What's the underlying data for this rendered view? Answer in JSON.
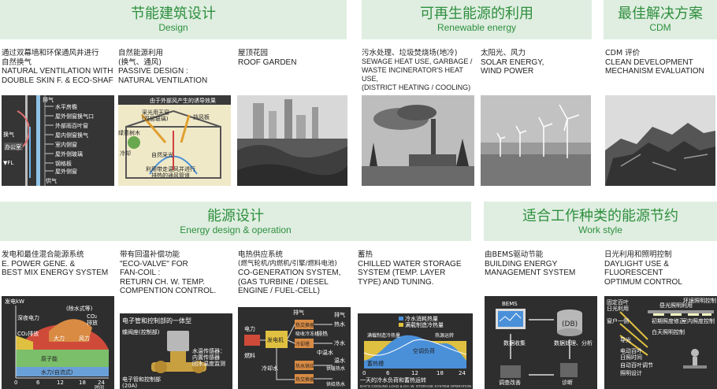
{
  "sections": {
    "design": {
      "cn": "节能建筑设计",
      "en": "Design"
    },
    "renewable": {
      "cn": "可再生能源的利用",
      "en": "Renewable energy"
    },
    "cdm": {
      "cn": "最佳解决方案",
      "en": "CDM"
    },
    "energy": {
      "cn": "能源设计",
      "en": "Energy design & operation"
    },
    "work": {
      "cn": "适合工作种类的能源节约",
      "en": "Work style"
    }
  },
  "items": {
    "natural_vent": {
      "cn1": "通过双幕墙和环保通风井进行",
      "cn2": "自然换气",
      "en1": "NATURAL VENTILATION WITH",
      "en2": "DOUBLE SKIN F. & ECO-SHAF"
    },
    "passive": {
      "cn1": "自然能源利用",
      "cn2": "(换气、通风)",
      "en1": "PASSIVE DESIGN :",
      "en2": "NATURAL VENTILATION"
    },
    "roof": {
      "cn1": "屋顶花园",
      "en1": "ROOF GARDEN"
    },
    "sewage": {
      "cn1": "污水处理、垃圾焚烧场(地冷)",
      "en1": "SEWAGE HEAT USE, GARBAGE /",
      "en2": "WASTE INCINERATOR'S HEAT USE,",
      "en3": "(DISTRICT HEATING / COOLING)"
    },
    "solar": {
      "cn1": "太阳光、风力",
      "en1": "SOLAR ENERGY,",
      "en2": "WIND POWER"
    },
    "cdm_eval": {
      "cn1": "CDM 评价",
      "en1": "CLEAN DEVELOPMENT",
      "en2": "MECHANISM EVALUATION"
    },
    "power": {
      "cn1": "发电和最佳混合能源系统",
      "en1": "E. POWER GENE. &",
      "en2": "BEST MIX ENERGY SYSTEM"
    },
    "eco_valve": {
      "cn1": "带有回温补偿功能",
      "en1": "\"ECO-VALVE\" FOR",
      "en2": "FAN-COIL :",
      "en3": "RETURN CH. W. TEMP.",
      "en4": "COMPENTION CONTROL."
    },
    "cogen": {
      "cn1": "电热供应系统",
      "cn2": "(燃气轮机/内燃机/引擎/燃料电池)",
      "en1": "CO-GENERATION SYSTEM,",
      "en2": "(GAS TURBINE / DIESEL",
      "en3": "ENGINE / FUEL-CELL)"
    },
    "storage": {
      "cn1": "蓄热",
      "en1": "CHILLED WATER STORAGE",
      "en2": "SYSTEM (TEMP. LAYER",
      "en3": "TYPE) AND TUNING."
    },
    "bems": {
      "cn1": "由BEMS驱动节能",
      "en1": "BUILDING ENERGY",
      "en2": "MANAGEMENT SYSTEM"
    },
    "daylight": {
      "cn1": "日光利用和照明控制",
      "en1": "DAYLIGHT USE &",
      "en2": "FLUORESCENT",
      "en3": "OPTIMUM CONTROL"
    }
  },
  "diagram_labels": {
    "vent": [
      "排气",
      "水平房檐",
      "屋外侧窗换气口",
      "外部雨百叶窗",
      "屋内侧窗换气",
      "室内侧窗",
      "屋外侧玻璃",
      "钢格板",
      "屋外侧窗",
      "换气",
      "办公室",
      "供气"
    ],
    "vent_fl": "▼FL",
    "passive": [
      "由于外部风产生的诱导效果",
      "采光用天窗",
      "(双层玻璃)",
      "挡风板",
      "绿意树木",
      "冷却",
      "自然采光",
      "利用带走温风并进行",
      "排热的通风管道"
    ],
    "power_title": "发电kW",
    "power": [
      "深夜电力",
      "(除水式等)",
      "CO₂",
      "排放",
      "CO₂排放",
      "大力",
      "风力",
      "原子能",
      "水力(自流式)"
    ],
    "power_ticks": [
      "0",
      "6",
      "12",
      "18",
      "24"
    ],
    "power_xunit": "时间",
    "valve_title": "电子管和控制部的一体型",
    "valve": [
      "蝶阀座(控制部)",
      "水温传感器：",
      "内置传感器",
      "回水温度监测",
      "电子管和控制部",
      "(20A)"
    ],
    "cogen": [
      "排气",
      "排气",
      "热水",
      "冷水",
      "电力",
      "燃料",
      "发电机",
      "冷却水",
      "吸收冷冻机",
      "中温水",
      "热交换器",
      "热水供应",
      "供暖热水",
      "温水",
      "冷却塔",
      "排热",
      "热交换器",
      "供给热水"
    ],
    "storage_legend": [
      "冷水消耗热量",
      "满载制造冷热量"
    ],
    "storage": [
      "满载制造冷热量",
      "蓄热槽",
      "空调负荷",
      "热源运转"
    ],
    "storage_ticks": [
      "0",
      "6",
      "12",
      "18",
      "24"
    ],
    "storage_cap1": "一天的冷水负荷和蓄热运转",
    "storage_cap2": "DAY'S COOLING LOAD & CH. W. STORAGE SYSTEM OPERATION",
    "bems": [
      "BEMS",
      "(DB)",
      "数据收集",
      "数据处理、分析",
      "调查改善",
      "诊断"
    ],
    "daylight": [
      "固定百叶",
      "日光利用",
      "导光",
      "窗户一侧",
      "昼光照明利用",
      "初期照度修正",
      "室内照度控制",
      "环境照明控制",
      "电动百叶",
      "日照时间",
      "白天照明控制",
      "自动百叶调节",
      "照明设计"
    ]
  },
  "colors": {
    "accent": "#2f8f3e",
    "header_bg": "#dfeee1"
  }
}
